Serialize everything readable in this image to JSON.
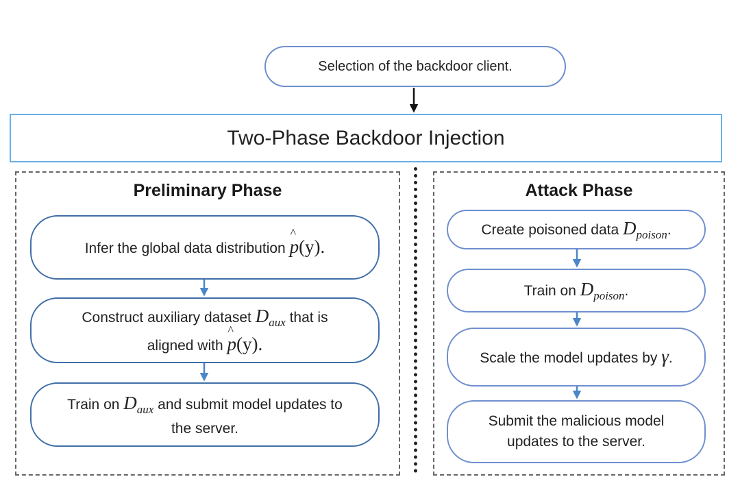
{
  "top_step": {
    "text": "Selection of the backdoor client."
  },
  "banner": {
    "title": "Two-Phase Backdoor Injection"
  },
  "preliminary": {
    "title": "Preliminary Phase",
    "step1": {
      "pre": "Infer the global data distribution ",
      "math": "p",
      "post": "(y)."
    },
    "step2": {
      "line1_pre": "Construct auxiliary dataset ",
      "sym": "D",
      "sub": "aux",
      "line1_post": " that is",
      "line2_pre": "aligned with ",
      "math": "p",
      "line2_post": "(y)."
    },
    "step3": {
      "pre": "Train on ",
      "sym": "D",
      "sub": "aux",
      "line1_post": " and submit model updates to",
      "line2": "the server."
    }
  },
  "attack": {
    "title": "Attack Phase",
    "step1": {
      "pre": "Create poisoned data ",
      "sym": "D",
      "sub": "poison",
      "post": "."
    },
    "step2": {
      "pre": "Train on ",
      "sym": "D",
      "sub": "poison",
      "post": "."
    },
    "step3": {
      "pre": "Scale the model updates by ",
      "sym": "γ",
      "post": "."
    },
    "step4": {
      "line1": "Submit the malicious model",
      "line2": "updates to the server."
    }
  },
  "colors": {
    "pill_border": "#3f6ea8",
    "banner_border": "#6ab0e8",
    "arrow_blue": "#4a86c8"
  }
}
